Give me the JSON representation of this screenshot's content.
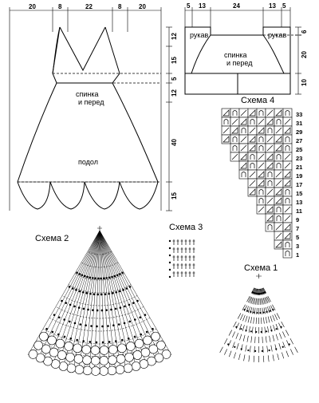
{
  "dress": {
    "top_dims": [
      "20",
      "8",
      "22",
      "8",
      "20"
    ],
    "right_dims": [
      "12",
      "15",
      "5",
      "12",
      "40",
      "15"
    ],
    "label_bodice": [
      "спинка",
      "и перед"
    ],
    "label_hem": "подол"
  },
  "sleeve": {
    "top_dims": [
      "5",
      "13",
      "24",
      "13",
      "5"
    ],
    "right_dims": [
      "6",
      "20",
      "10"
    ],
    "label_left": "рукав",
    "label_right": "рукав",
    "label_center": [
      "спинка",
      "и перед"
    ]
  },
  "scheme4": {
    "title": "Схема 4",
    "rows": [
      "33",
      "31",
      "29",
      "27",
      "25",
      "23",
      "21",
      "19",
      "17",
      "15",
      "13",
      "11",
      "9",
      "7",
      "5",
      "3",
      "1"
    ]
  },
  "scheme2": {
    "title": "Схема 2"
  },
  "scheme3": {
    "title": "Схема 3"
  },
  "scheme1": {
    "title": "Схема 1"
  }
}
